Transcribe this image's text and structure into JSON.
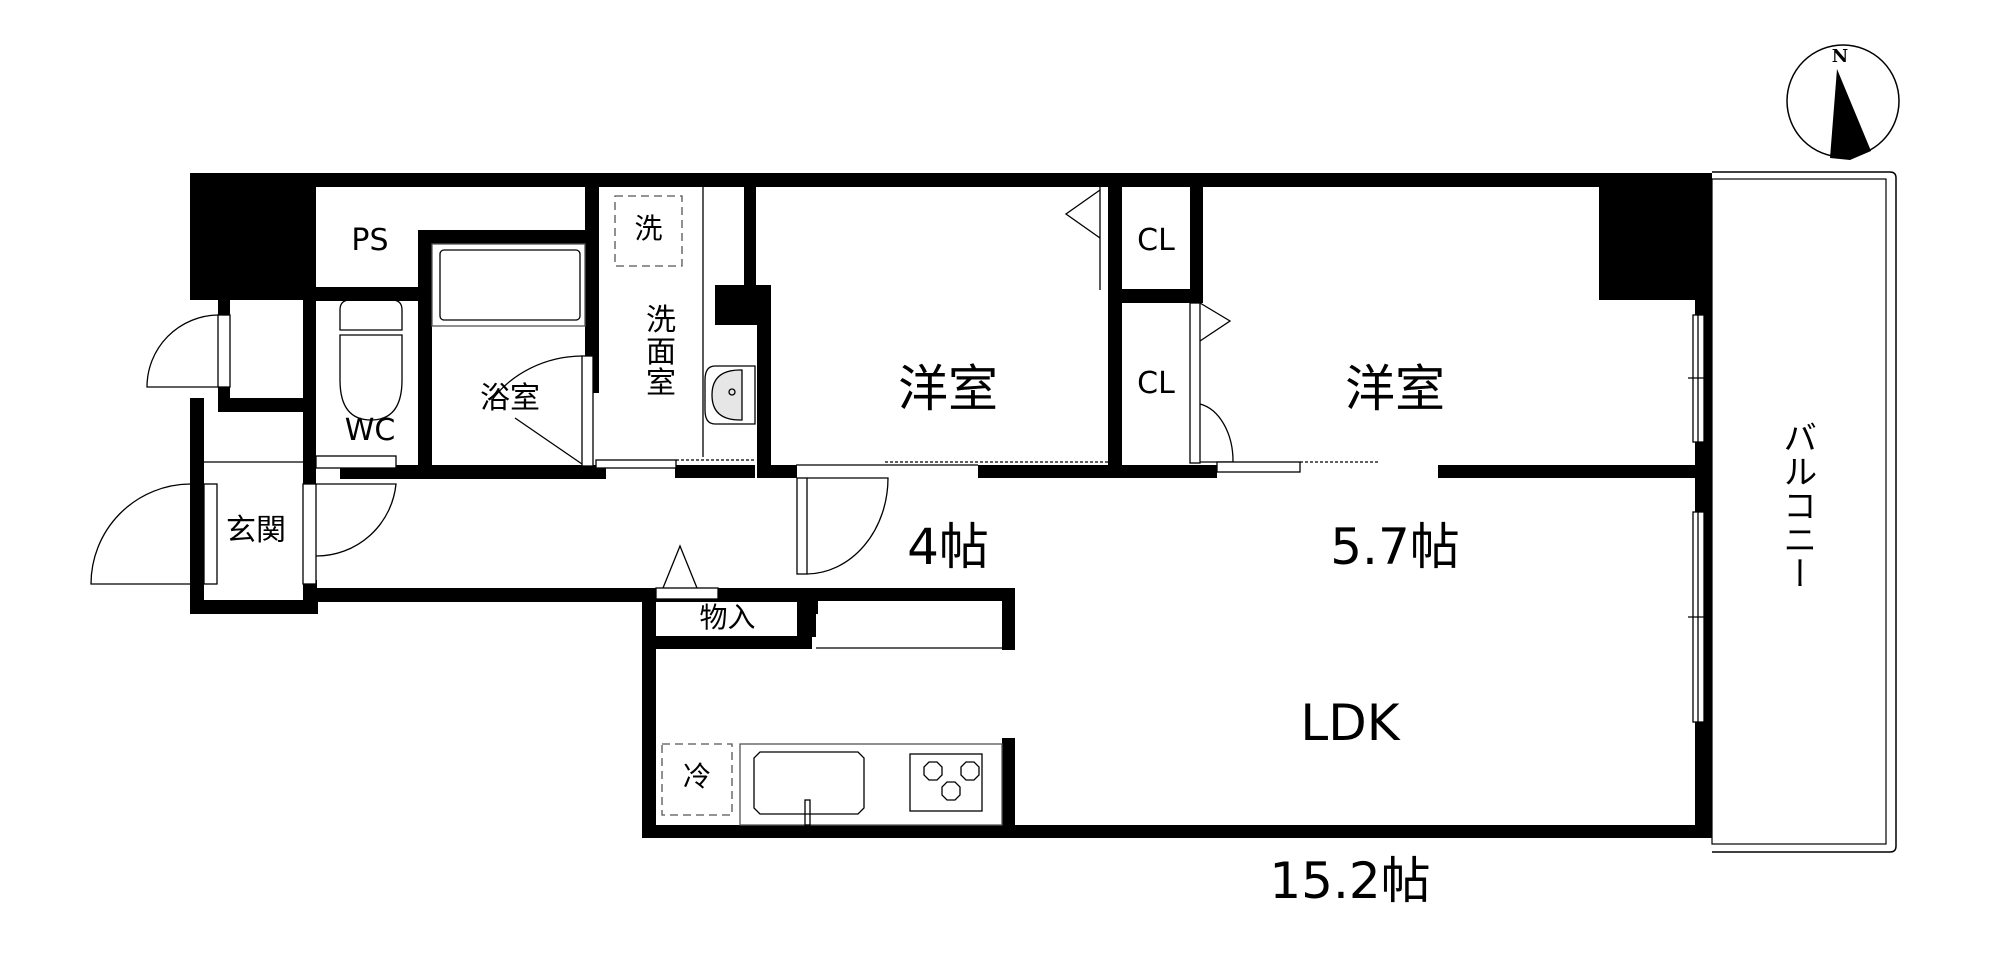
{
  "floor_plan": {
    "title": "",
    "compass": {
      "label": "N",
      "rotation_deg": -15
    },
    "rooms": [
      {
        "id": "western-room-1",
        "name": "洋室",
        "size": "4帖"
      },
      {
        "id": "western-room-2",
        "name": "洋室",
        "size": "5.7帖"
      },
      {
        "id": "ldk",
        "name": "LDK",
        "size": "15.2帖"
      },
      {
        "id": "entrance",
        "name": "玄関",
        "size": ""
      },
      {
        "id": "washroom",
        "name": "洗面室",
        "size": ""
      },
      {
        "id": "bathroom",
        "name": "浴室",
        "size": ""
      },
      {
        "id": "toilet",
        "name": "WC",
        "size": ""
      },
      {
        "id": "pipe-space",
        "name": "PS",
        "size": ""
      },
      {
        "id": "closet-1",
        "name": "CL",
        "size": ""
      },
      {
        "id": "closet-2",
        "name": "CL",
        "size": ""
      },
      {
        "id": "storage",
        "name": "物入",
        "size": ""
      },
      {
        "id": "balcony",
        "name": "バルコニー",
        "size": ""
      }
    ],
    "fixtures": [
      {
        "id": "washing-machine-space",
        "label": "洗"
      },
      {
        "id": "refrigerator-space",
        "label": "冷"
      },
      {
        "id": "kitchen-sink",
        "label": ""
      },
      {
        "id": "stove",
        "label": ""
      },
      {
        "id": "toilet-bowl",
        "label": ""
      },
      {
        "id": "bathtub",
        "label": ""
      },
      {
        "id": "wash-basin",
        "label": ""
      }
    ],
    "colors": {
      "wall": "#000000",
      "background": "#ffffff",
      "line": "#000000",
      "dash": "#555555",
      "basin_fill": "#e6e6e6"
    }
  }
}
